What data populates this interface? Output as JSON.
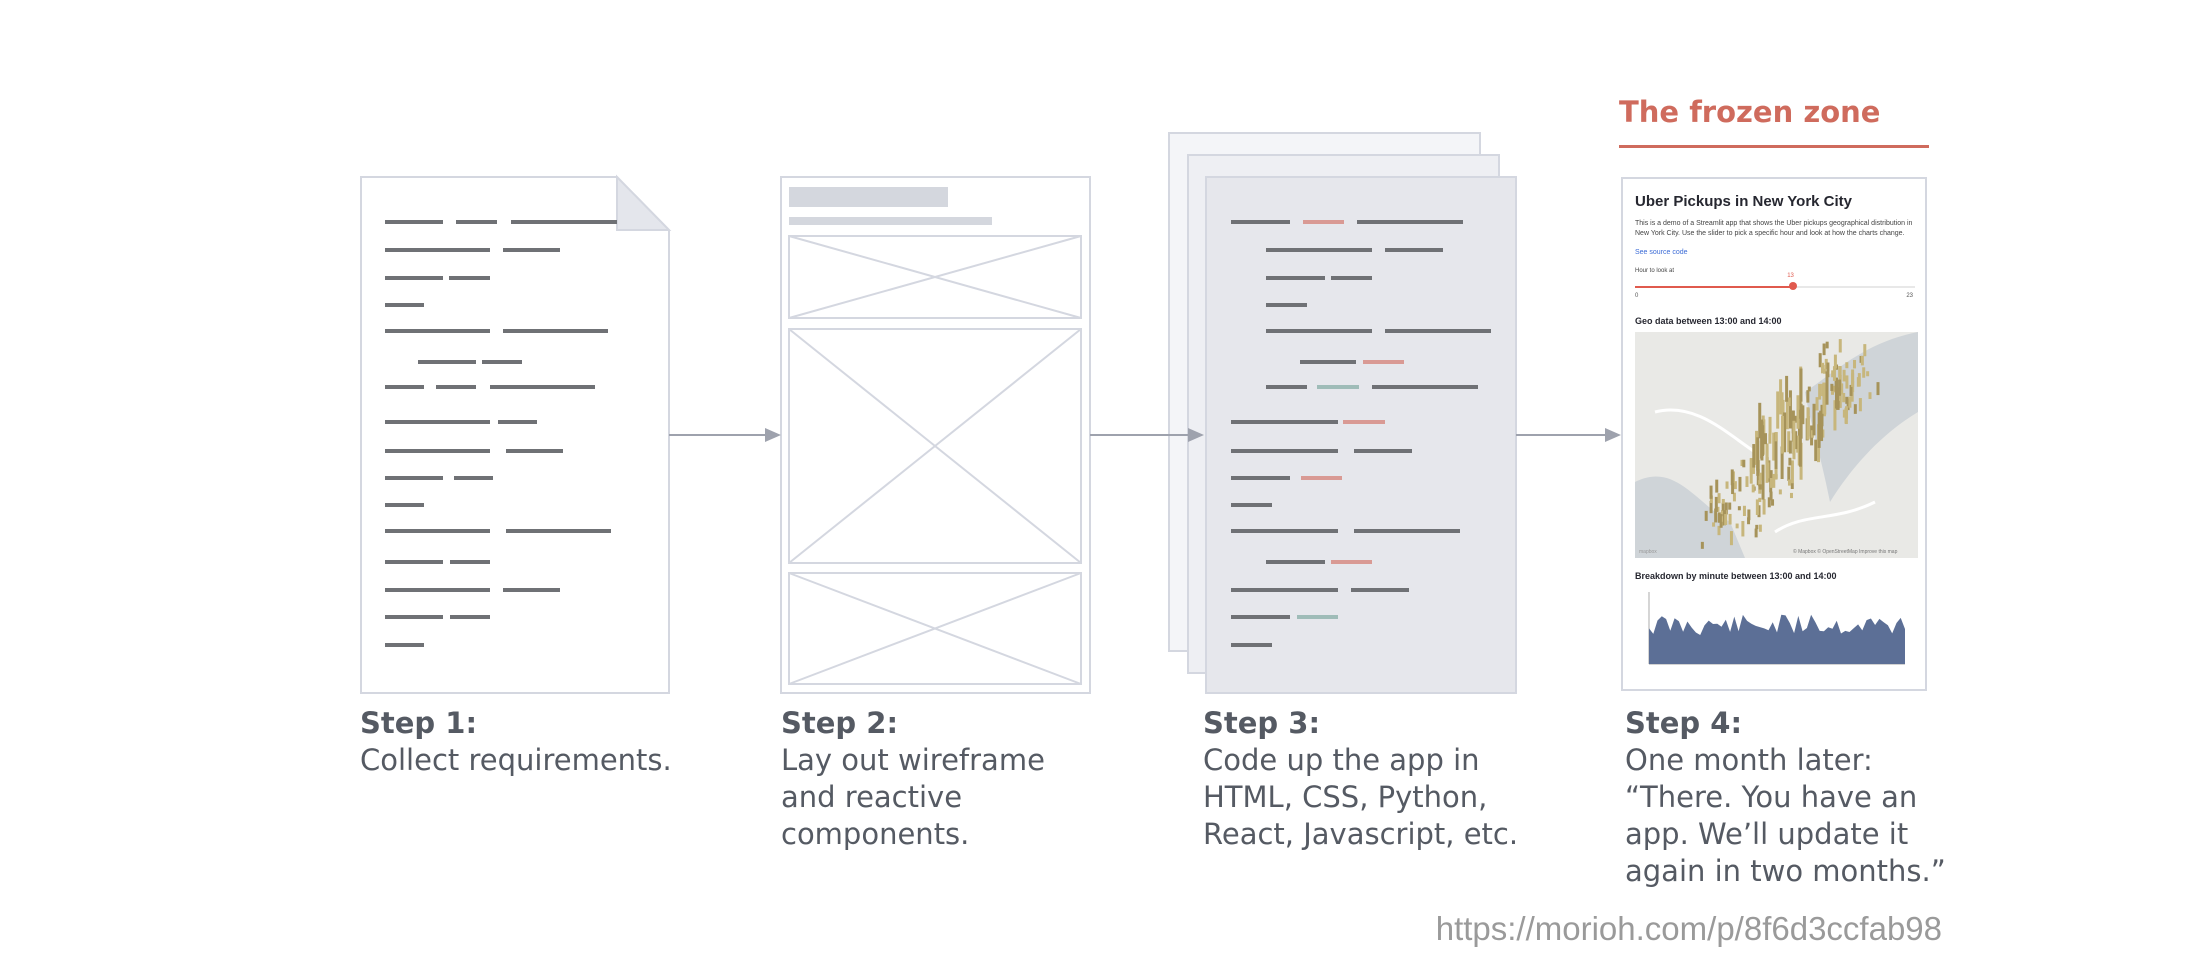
{
  "frozen_zone": {
    "title": "The frozen zone"
  },
  "steps": [
    {
      "title": "Step 1:",
      "lines": [
        "Collect requirements."
      ]
    },
    {
      "title": "Step 2:",
      "lines": [
        "Lay out wireframe",
        "and reactive",
        "components."
      ]
    },
    {
      "title": "Step 3:",
      "lines": [
        "Code up the app in",
        "HTML, CSS, Python,",
        "React, Javascript, etc."
      ]
    },
    {
      "title": "Step 4:",
      "lines": [
        "One month later:",
        "“There. You have an",
        "app. We’ll update it",
        "again in two months.”"
      ]
    }
  ],
  "app_preview": {
    "title": "Uber Pickups in New York City",
    "description": "This is a demo of a Streamlit app that shows the Uber pickups geographical distribution in New York City. Use the slider to pick a specific hour and look at how the charts change.",
    "source_link": "See source code",
    "slider_label": "Hour to look at",
    "slider_value": "13",
    "slider_min": "0",
    "slider_max": "23",
    "slider_fraction": 0.565,
    "map_heading": "Geo data between 13:00 and 14:00",
    "map_attribution": "© Mapbox © OpenStreetMap Improve this map",
    "map_logo": "mapbox",
    "chart_heading": "Breakdown by minute between 13:00 and 14:00"
  },
  "url": "https://morioh.com/p/8f6d3ccfab98",
  "colors": {
    "text": "#555a63",
    "accent": "#cf6b5d",
    "frame": "#d4d7e0",
    "code_line": "#6f7175",
    "code_red": "#d99a94",
    "code_teal": "#9fbcb8",
    "arrow": "#9ea2ad",
    "chart_fill": "#5c6f96"
  }
}
